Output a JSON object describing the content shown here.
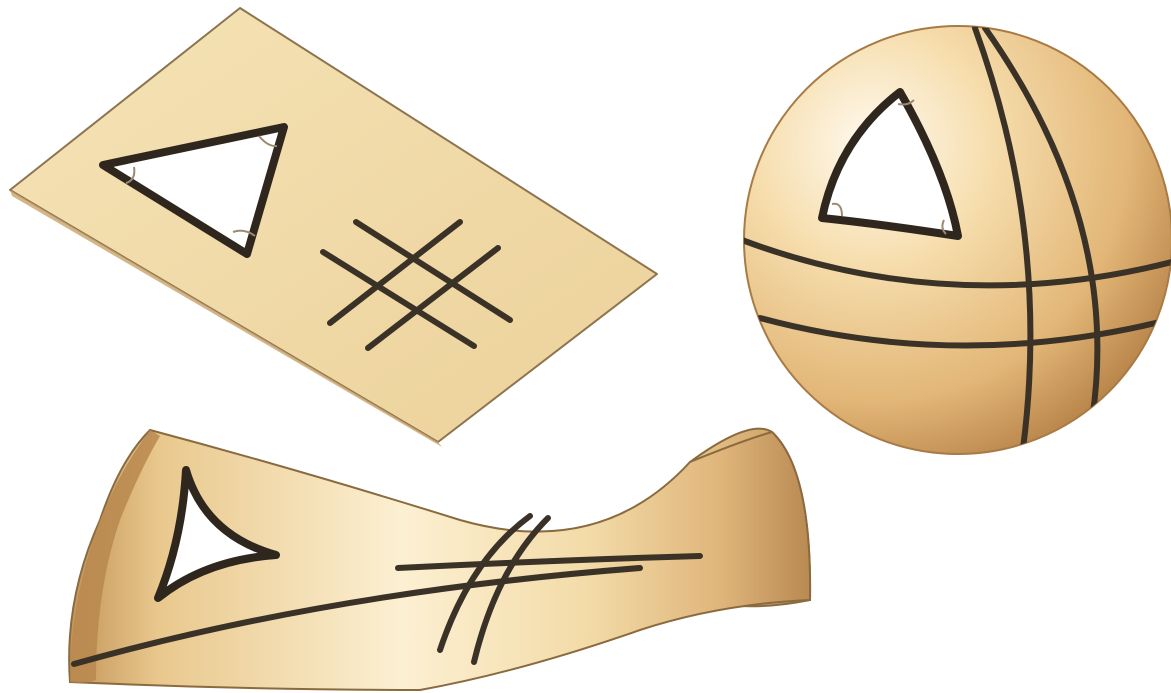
{
  "figure": {
    "background": "#ffffff",
    "surface_colors": {
      "light": "#fdf0cf",
      "mid": "#edcf98",
      "dark": "#c9995a",
      "plane": "#f1dba8"
    },
    "line_color": "#3b3227",
    "triangle_fill": "#ffffff",
    "surfaces": [
      {
        "name": "plane",
        "curvature": "flat",
        "triangle": "straight",
        "grid": "parallel-lines"
      },
      {
        "name": "sphere",
        "curvature": "positive",
        "triangle": "bulging",
        "grid": "great-circles"
      },
      {
        "name": "saddle",
        "curvature": "negative",
        "triangle": "concave",
        "grid": "diverging-lines"
      }
    ]
  }
}
